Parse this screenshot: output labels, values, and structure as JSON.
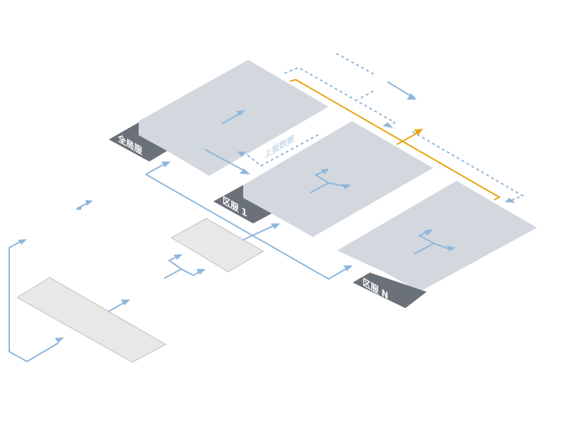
{
  "diagram": {
    "nodes": {
      "global": {
        "label": "全局服"
      },
      "region1": {
        "label": "区服 1"
      },
      "regionN": {
        "label": "区服 N"
      }
    },
    "edges": {
      "report": {
        "label": "上报数据"
      }
    },
    "colors": {
      "panel": "#d3d8df",
      "tab": "#6b7179",
      "line": "#8fb7db",
      "highlight": "#e9a413"
    }
  }
}
